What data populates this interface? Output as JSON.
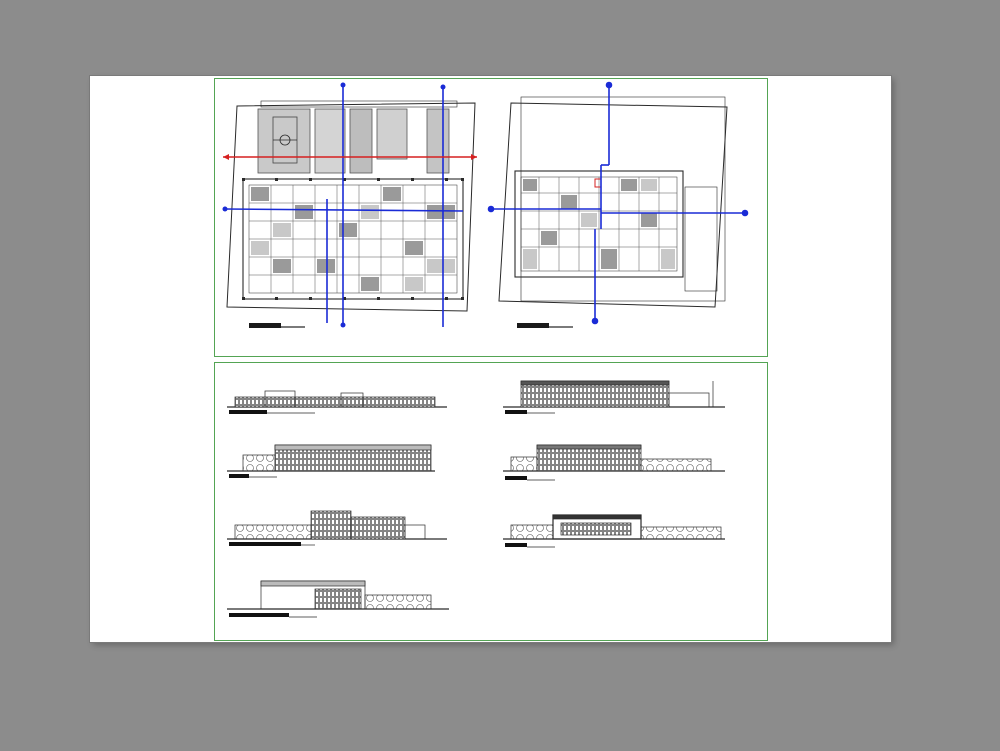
{
  "app": {
    "background_color": "#8c8c8c",
    "sheet_color": "#ffffff"
  },
  "sheet": {
    "viewport_border_color": "#54a454",
    "viewports": [
      {
        "id": "plans",
        "contents": [
          "floor-plan-ground",
          "floor-plan-upper"
        ]
      },
      {
        "id": "elevations",
        "contents": [
          "elevation-1",
          "elevation-2",
          "elevation-3",
          "elevation-4",
          "elevation-5",
          "elevation-6",
          "elevation-7"
        ]
      }
    ],
    "section_line_colors": {
      "blue": "#1a2bd6",
      "red": "#d62020"
    },
    "linework_color": "#2a2a2a"
  }
}
